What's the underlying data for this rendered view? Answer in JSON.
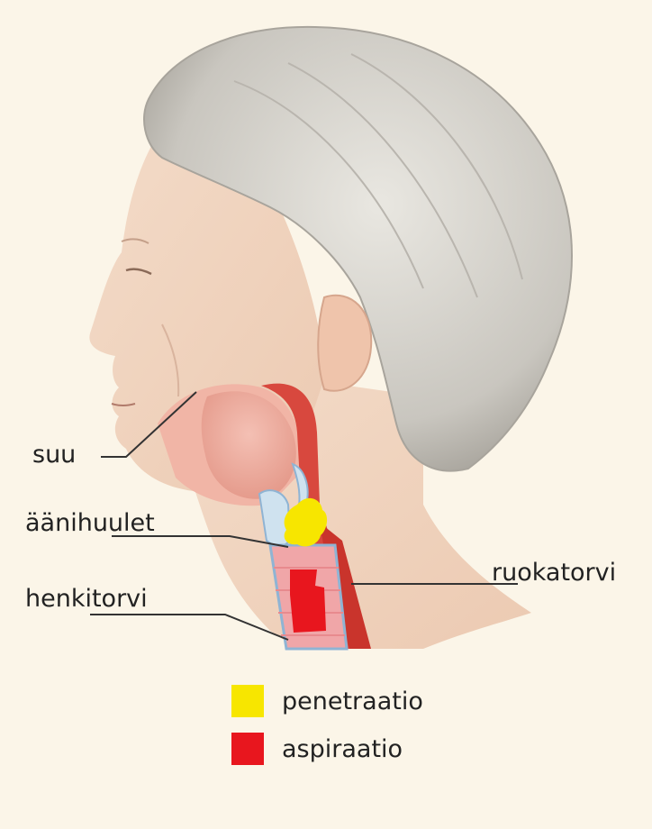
{
  "labels": {
    "mouth": "suu",
    "vocal_cords": "äänihuulet",
    "trachea": "henkitorvi",
    "esophagus": "ruokatorvi"
  },
  "legend": [
    {
      "label": "penetraatio",
      "color": "#f7e600"
    },
    {
      "label": "aspiraatio",
      "color": "#e8161e"
    }
  ]
}
